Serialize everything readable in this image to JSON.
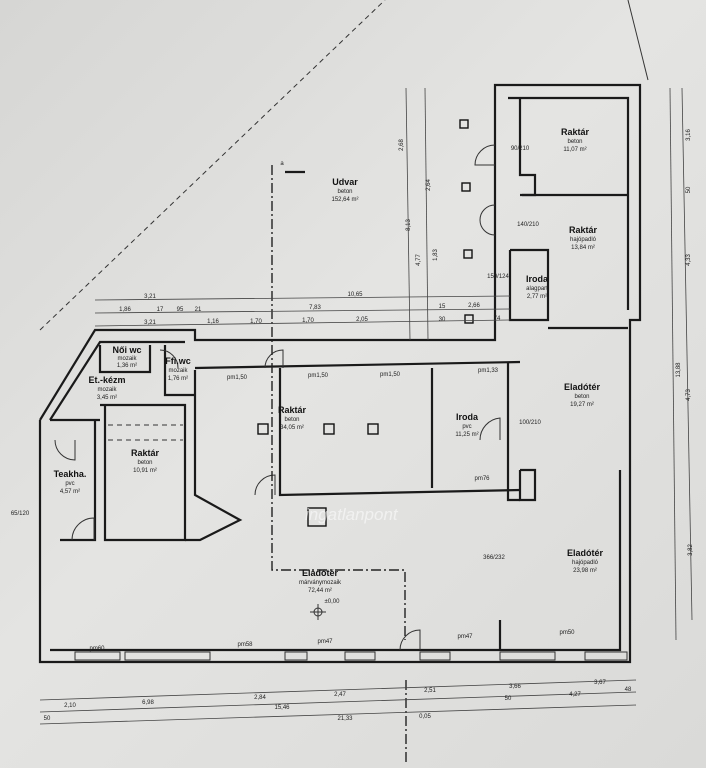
{
  "rooms": [
    {
      "name": "Udvar",
      "material": "beton",
      "area": "152,64 m²"
    },
    {
      "name": "Raktár",
      "material": "beton",
      "area": "11,07 m²"
    },
    {
      "name": "Raktár",
      "material": "hajópadló",
      "area": "13,84 m²"
    },
    {
      "name": "Iroda",
      "material": "alagpart",
      "area": "2,77 m²"
    },
    {
      "name": "Női wc",
      "material": "mozaik",
      "area": "1,36 m²"
    },
    {
      "name": "Ffi.wc",
      "material": "mozaik",
      "area": "1,76 m²"
    },
    {
      "name": "Et.-kézm",
      "material": "mozaik",
      "area": "3,45 m²"
    },
    {
      "name": "Teakha.",
      "material": "pvc",
      "area": "4,57 m²"
    },
    {
      "name": "Raktár",
      "material": "beton",
      "area": "10,91 m²"
    },
    {
      "name": "Raktár",
      "material": "beton",
      "area": "34,05 m²"
    },
    {
      "name": "Iroda",
      "material": "pvc",
      "area": "11,25 m²"
    },
    {
      "name": "Eladótér",
      "material": "beton",
      "area": "19,27 m²"
    },
    {
      "name": "Eladótér",
      "material": "hajópadló",
      "area": "23,98 m²"
    },
    {
      "name": "Eladótér",
      "material": "márványmozaik",
      "area": "72,44 m²"
    }
  ],
  "level_mark": "±0,00",
  "section_mark": "a",
  "watermark": "ingatlanpont",
  "dimensions": {
    "top": [
      "3,21",
      "1,86",
      "17",
      "95",
      "21",
      "3,21",
      "10,65",
      "7,83",
      "1,16",
      "1,70",
      "1,70",
      "2,05",
      "2,66",
      "30",
      "74",
      "15"
    ],
    "bottom": [
      "2,10",
      "6,98",
      "2,84",
      "2,47",
      "2,51",
      "3,66",
      "3,67",
      "50",
      "15,46",
      "50",
      "4,27",
      "48",
      "21,33",
      "0,05"
    ],
    "right": [
      "3,16",
      "50",
      "4,33",
      "4,73",
      "3,82",
      "13,88"
    ],
    "vertical_mid": [
      "2,68",
      "2,64",
      "8,13",
      "4,77",
      "1,83"
    ]
  },
  "openings": [
    "90/210",
    "140/210",
    "150/124",
    "100/210",
    "366/232",
    "65/120",
    "pm1,50",
    "pm1,50",
    "pm1,50",
    "pm1,33",
    "pm76",
    "pm60",
    "pm58",
    "pm47",
    "pm47",
    "pm50"
  ]
}
